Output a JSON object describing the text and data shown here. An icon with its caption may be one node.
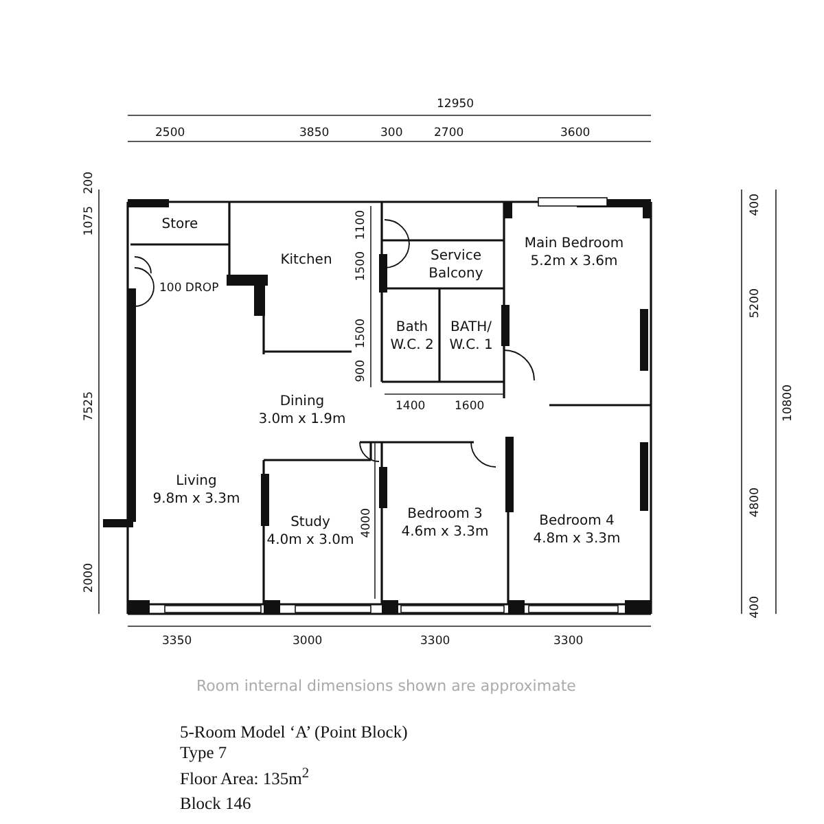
{
  "diagram": {
    "nodes": [
      {
        "text": [
          "Store"
        ]
      },
      {
        "text": [
          "Kitchen"
        ]
      },
      {
        "text": [
          "Service Balcony"
        ]
      },
      {
        "text": [
          "Main Bedroom",
          "5.2m x 3.6m"
        ]
      },
      {
        "text": [
          "Bath W.C. 2"
        ]
      },
      {
        "text": [
          "BATH/ W.C. 1"
        ]
      },
      {
        "text": [
          "Dining",
          "3.0m x 1.9m"
        ]
      },
      {
        "text": [
          "Living",
          "9.8m x 3.3m"
        ]
      },
      {
        "text": [
          "Study",
          "4.0m x 3.0m"
        ]
      },
      {
        "text": [
          "Bedroom 3",
          "4.6m x 3.3m"
        ]
      },
      {
        "text": [
          "Bedroom 4",
          "4.8m x 3.3m"
        ]
      }
    ],
    "labels": [
      "12950",
      "2500",
      "3850",
      "300",
      "2700",
      "3600",
      "200",
      "1075",
      "400",
      "1100",
      "100 DROP",
      "1500",
      "1500",
      "5200",
      "7525",
      "900",
      "1400",
      "1600",
      "10800",
      "4800",
      "4000",
      "2000",
      "400",
      "3350",
      "3000",
      "3300",
      "3300",
      "Room internal dimensions shown are approximate",
      "5-Room Model ‘A’ (Point Block)",
      "Type 7",
      "Floor Area: 135m$^{2}$",
      "Block 146"
    ]
  }
}
